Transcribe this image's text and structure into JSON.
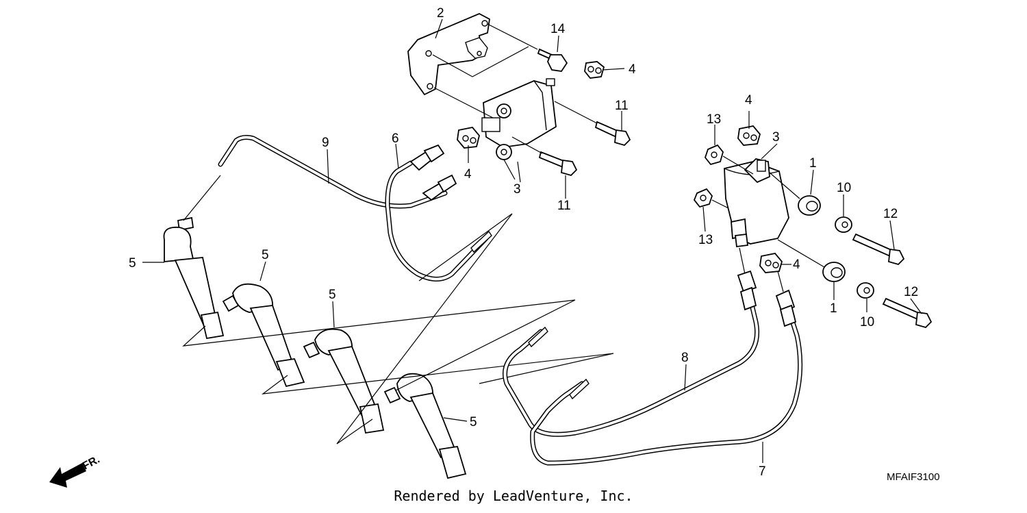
{
  "callouts": {
    "c1": "2",
    "c2": "14",
    "c3": "4",
    "c4": "11",
    "c5": "9",
    "c6": "6",
    "c7": "4",
    "c8": "3",
    "c9": "11",
    "c10": "4",
    "c11": "13",
    "c12": "3",
    "c13": "1",
    "c14": "10",
    "c15": "12",
    "c16": "13",
    "c17": "4",
    "c18": "1",
    "c19": "10",
    "c20": "12",
    "c21": "5",
    "c22": "5",
    "c23": "5",
    "c24": "5",
    "c25": "8",
    "c26": "7"
  },
  "front_label": "FR.",
  "diagram_code": "MFAIF3100",
  "footer": "Rendered by LeadVenture, Inc."
}
